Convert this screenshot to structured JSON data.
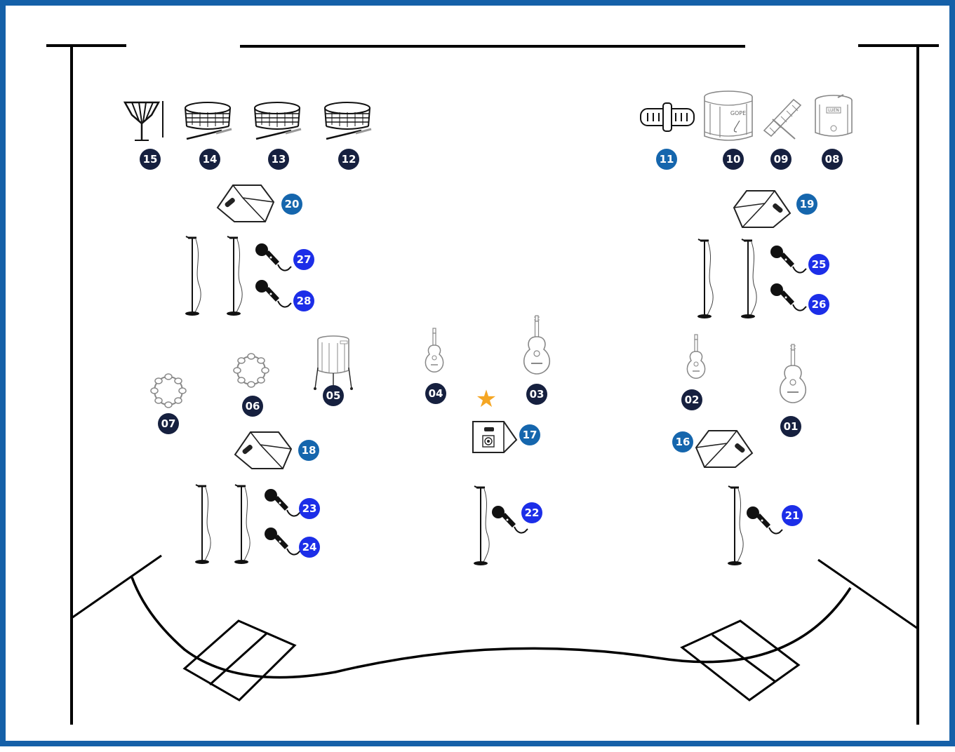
{
  "frame_color": "#1560a8",
  "badge_colors": {
    "instrument": "#16203f",
    "monitor": "#1566ad",
    "microphone": "#1c2ee8"
  },
  "star_color": "#f5a623",
  "badges": {
    "b01": "01",
    "b02": "02",
    "b03": "03",
    "b04": "04",
    "b05": "05",
    "b06": "06",
    "b07": "07",
    "b08": "08",
    "b09": "09",
    "b10": "10",
    "b11": "11",
    "b12": "12",
    "b13": "13",
    "b14": "14",
    "b15": "15",
    "b16": "16",
    "b17": "17",
    "b18": "18",
    "b19": "19",
    "b20": "20",
    "b21": "21",
    "b22": "22",
    "b23": "23",
    "b24": "24",
    "b25": "25",
    "b26": "26",
    "b27": "27",
    "b28": "28"
  },
  "icon_labels": {
    "surdo_brand": "GOPE",
    "repique_brand": "LUEN"
  }
}
